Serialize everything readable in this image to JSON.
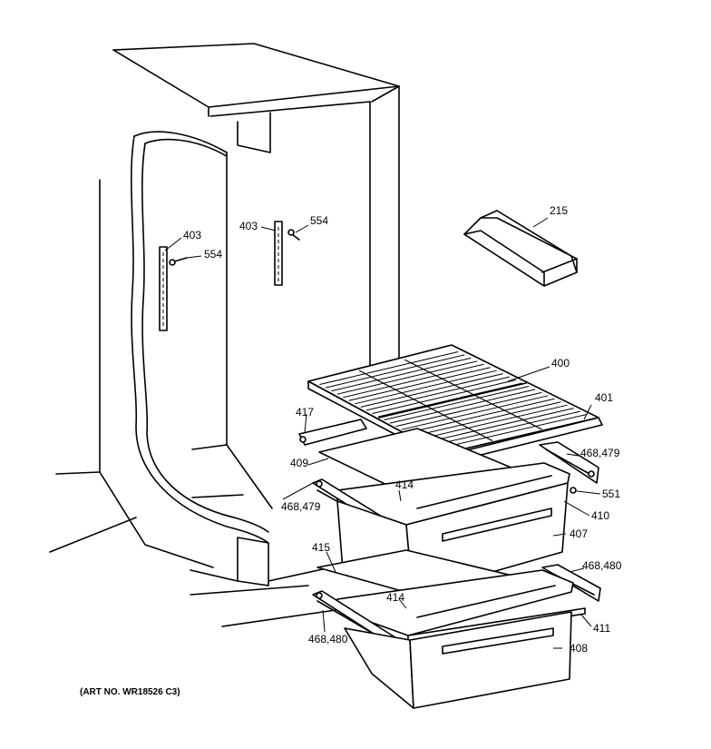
{
  "callouts": {
    "c215": "215",
    "c400": "400",
    "c401": "401",
    "c403_left": "403",
    "c403_right": "403",
    "c554_left": "554",
    "c554_right": "554",
    "c417": "417",
    "c409": "409",
    "c414_upper": "414",
    "c414_lower": "414",
    "c468_479_right": "468,479",
    "c468_479_left": "468,479",
    "c551": "551",
    "c410": "410",
    "c407": "407",
    "c415": "415",
    "c468_480_right": "468,480",
    "c468_480_left": "468,480",
    "c411": "411",
    "c408": "408"
  },
  "art_number": "(ART NO. WR18526 C3)"
}
